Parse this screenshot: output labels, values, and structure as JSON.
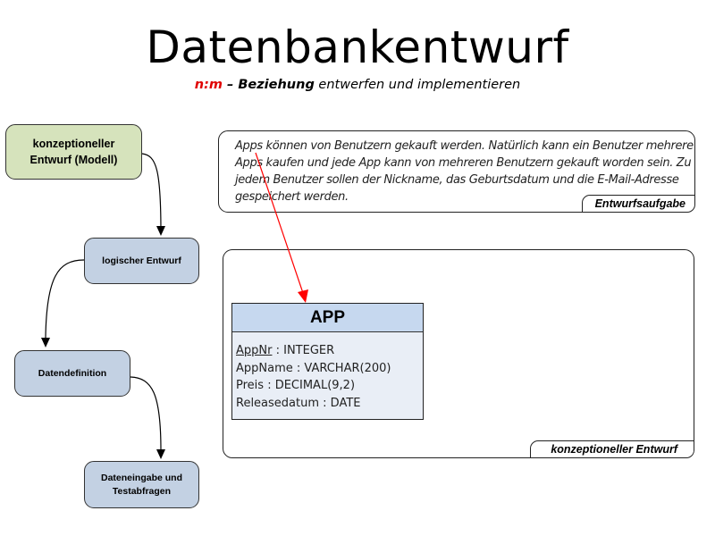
{
  "header": {
    "title": "Datenbankentwurf",
    "subtitle_nm": "n:m",
    "subtitle_dash": " – ",
    "subtitle_bold": "Beziehung",
    "subtitle_rest": " entwerfen und implementieren"
  },
  "flow": {
    "steps": [
      {
        "label_line1": "konzeptioneller",
        "label_line2": "Entwurf (Modell)",
        "color": "#d6e3bc"
      },
      {
        "label": "logischer Entwurf",
        "color": "#c3d1e3"
      },
      {
        "label": "Datendefinition",
        "color": "#c3d1e3"
      },
      {
        "label_line1": "Dateneingabe und",
        "label_line2": "Testabfragen",
        "color": "#c3d1e3"
      }
    ]
  },
  "task": {
    "text": "Apps können von Benutzern gekauft werden. Natürlich kann ein Benutzer mehrere Apps kaufen und jede App kann von mehreren Benutzern gekauft worden sein. Zu jedem Benutzer sollen der Nickname, das Geburtsdatum und die E-Mail-Adresse gespeichert werden.",
    "tab_label": "Entwurfsaufgabe"
  },
  "concept": {
    "tab_label": "konzeptioneller Entwurf",
    "entity": {
      "name": "APP",
      "attributes": [
        {
          "name": "AppNr",
          "type": " : INTEGER",
          "primary_key": true
        },
        {
          "name": "AppName",
          "type": " : VARCHAR(200)",
          "primary_key": false
        },
        {
          "name": "Preis",
          "type": " : DECIMAL(9,2)",
          "primary_key": false
        },
        {
          "name": "Releasedatum",
          "type": " : DATE",
          "primary_key": false
        }
      ]
    }
  },
  "colors": {
    "accent_red": "#e00000",
    "entity_header": "#c6d8ef",
    "entity_body": "#e9eef6"
  }
}
